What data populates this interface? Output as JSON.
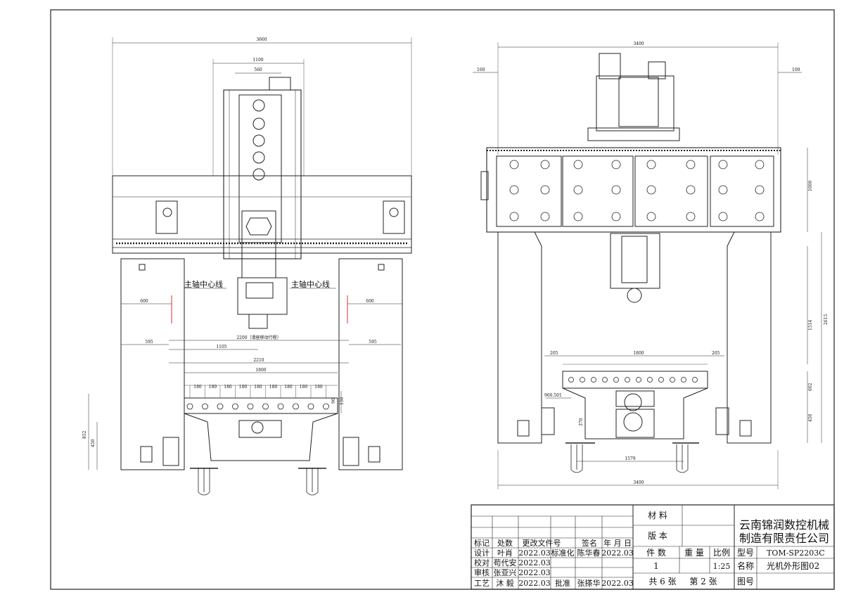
{
  "front_view": {
    "overall_width": "3660",
    "crossbeam_width": "1100",
    "head_width": "560",
    "spindle_center_label": "主轴中心线",
    "col_offset": "600",
    "col_gap": "595",
    "travel_dim": "2200（滑座移动行程）",
    "half_travel": "1105",
    "inner_width": "2210",
    "table_width": "1800",
    "slot_pitch": "180",
    "table_thk_a": "90",
    "table_thk_b": "150",
    "height_total": "852",
    "height_base": "450"
  },
  "side_view": {
    "overall_top": "3400",
    "left_ext": "160",
    "right_ext": "100",
    "beam_height": "1000",
    "height_total": "2615",
    "height_mid": "1514",
    "height_table": "602",
    "height_base": "450",
    "table_width": "1800",
    "table_ext_left": "205",
    "table_ext_right": "205",
    "rail_dim": "960.501",
    "rail_span": "1579",
    "rail_h": "370",
    "bottom_width": "3400"
  },
  "title_block": {
    "company_line1": "云南锦润数控机械",
    "company_line2": "制造有限责任公司",
    "material_label": "材 料",
    "version_label": "版 本",
    "count_label": "件 数",
    "count_value": "1",
    "weight_label": "重 量",
    "scale_label": "比例",
    "scale_value": "1:25",
    "model_label": "型号",
    "model_value": "TOM-SP2203C",
    "name_label": "名称",
    "name_value": "光机外形图02",
    "sheet_total": "共 6 张",
    "sheet_no": "第 2 张",
    "drawing_no_label": "图号",
    "hdr_mark": "标记",
    "hdr_count": "处数",
    "hdr_docno": "更改文件号",
    "hdr_sign": "签名",
    "hdr_date": "年 月 日",
    "design_label": "设计",
    "design_name": "叶肖",
    "design_date": "2022.03",
    "standard_label": "标准化",
    "standard_name": "陈华春",
    "standard_date": "2022.03",
    "check_label": "校对",
    "check_name": "苟代安",
    "check_date": "2022.03",
    "review_label": "审核",
    "review_name": "张亚兴",
    "review_date": "2022.03",
    "process_label": "工艺",
    "process_name": "沐 毅",
    "process_date": "2022.03",
    "approve_label": "批准",
    "approve_name": "张搽华",
    "approve_date": "2022.03"
  }
}
